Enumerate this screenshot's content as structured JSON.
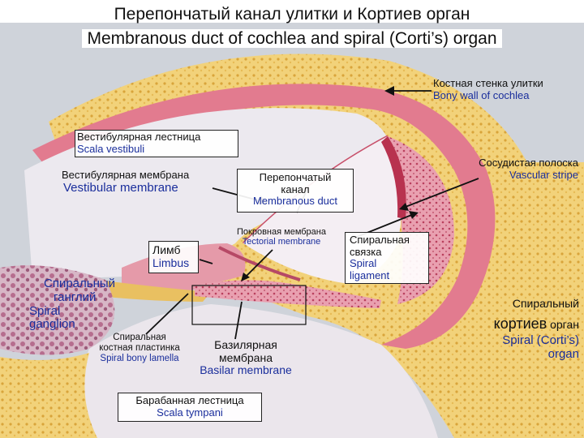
{
  "title": {
    "ru": "Перепончатый канал улитки и Кортиев орган",
    "en": "Membranous duct of cochlea and spiral (Corti’s) organ"
  },
  "labels": {
    "bony_wall": {
      "ru": "Костная стенка улитки",
      "en": "Bony wall of cochlea"
    },
    "scala_vestibuli": {
      "ru": "Вестибулярная лестница",
      "en": "Scala vestibuli"
    },
    "vascular_stripe": {
      "ru": "Сосудистая полоска",
      "en": "Vascular stripe"
    },
    "vestibular_membrane": {
      "ru": "Вестибулярная мембрана",
      "en": "Vestibular membrane"
    },
    "membranous_duct": {
      "ru1": "Перепончатый",
      "ru2": "канал",
      "en": "Membranous duct"
    },
    "tectorial_membrane": {
      "ru": "Покровная мембрана",
      "en": "Tectorial membrane"
    },
    "spiral_ligament": {
      "ru1": "Спиральная",
      "ru2": "связка",
      "en1": "Spiral",
      "en2": "ligament"
    },
    "limbus": {
      "ru": "Лимб",
      "en": "Limbus"
    },
    "spiral_ganglion": {
      "ru1": "Спиральный",
      "ru2": "ганглий",
      "en1": "Spiral",
      "en2": "ganglion"
    },
    "spiral_bony_lamella": {
      "ru1": "Спиральная",
      "ru2": "костная пластинка",
      "en": "Spiral bony lamella"
    },
    "basilar_membrane": {
      "ru1": "Базилярная",
      "ru2": "мембрана",
      "en": "Basilar membrane"
    },
    "corti_organ": {
      "ru1": "Спиральный",
      "ru2": "кортиев",
      "ru3": "орган",
      "en1": "Spiral (Corti’s)",
      "en2": "organ"
    },
    "scala_tympani": {
      "ru": "Барабанная лестница",
      "en": "Scala tympani"
    }
  },
  "colors": {
    "bone": "#f2d27a",
    "bone_dark": "#e2b64c",
    "tissue_pink": "#e8879a",
    "tissue_light": "#f3c2c8",
    "cavity": "#ebe8ee",
    "english_text": "#1a2e9c"
  }
}
